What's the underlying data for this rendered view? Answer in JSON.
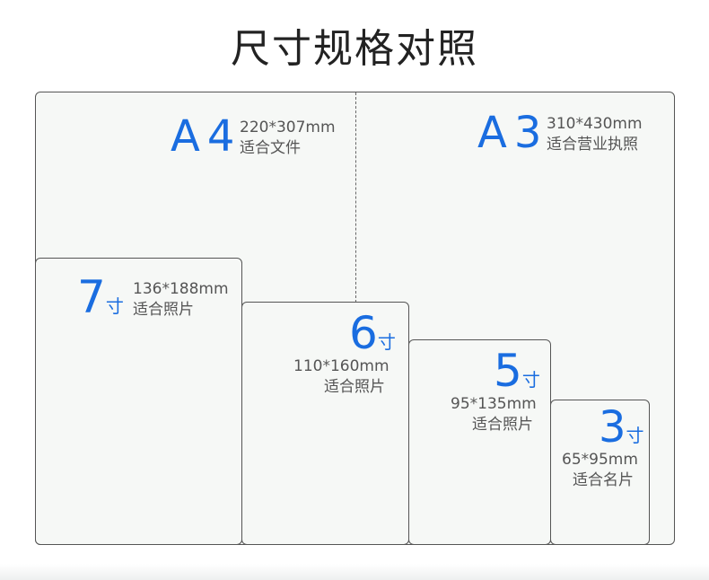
{
  "title": "尺寸规格对照",
  "sizes": {
    "a4": {
      "letter": "A",
      "number": "4",
      "dimensions": "220*307mm",
      "usage": "适合文件"
    },
    "a3": {
      "letter": "A",
      "number": "3",
      "dimensions": "310*430mm",
      "usage": "适合营业执照"
    },
    "inch7": {
      "number": "7",
      "unit": "寸",
      "dimensions": "136*188mm",
      "usage": "适合照片"
    },
    "inch6": {
      "number": "6",
      "unit": "寸",
      "dimensions": "110*160mm",
      "usage": "适合照片"
    },
    "inch5": {
      "number": "5",
      "unit": "寸",
      "dimensions": "95*135mm",
      "usage": "适合照片"
    },
    "inch3": {
      "number": "3",
      "unit": "寸",
      "dimensions": "65*95mm",
      "usage": "适合名片"
    }
  },
  "colors": {
    "accent": "#1a6de0",
    "sheet_fill": "#f6f8f6",
    "outline": "#555555"
  }
}
